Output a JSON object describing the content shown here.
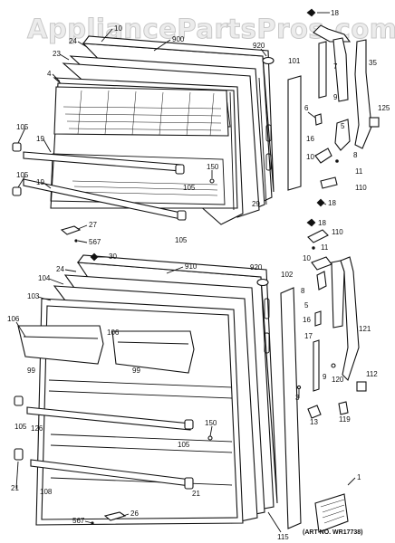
{
  "watermark": "AppliancePartsPros.com",
  "art_number": "(ART NO. WR17738)",
  "labels": {
    "p10_top": "10",
    "p24_top": "24",
    "p900": "900",
    "p920_top": "920",
    "p23": "23",
    "p4": "4",
    "p101": "101",
    "p18_a": "18",
    "p7": "7",
    "p35": "35",
    "p9_top": "9",
    "p125": "125",
    "p6": "6",
    "p5_top": "5",
    "p16_top": "16",
    "p8_top": "8",
    "p10_right": "10",
    "p11_top": "11",
    "p110_top": "110",
    "p18_b": "18",
    "p105_a": "105",
    "p19_a": "19",
    "p105_b": "105",
    "p19_b": "19",
    "p150_top": "150",
    "p105_c": "105",
    "p29": "29",
    "p27": "27",
    "p567_top": "567",
    "p105_d": "105",
    "p18_c": "18",
    "p110_mid": "110",
    "p11_mid": "11",
    "p30": "30",
    "p910": "910",
    "p920_bottom": "920",
    "p24_bottom": "24",
    "p104": "104",
    "p103": "103",
    "p106_a": "106",
    "p106_b": "106",
    "p99_a": "99",
    "p99_b": "99",
    "p102": "102",
    "p10_mid": "10",
    "p8_mid": "8",
    "p5_mid": "5",
    "p16_mid": "16",
    "p17": "17",
    "p121": "121",
    "p120": "120",
    "p112": "112",
    "p9_mid": "9",
    "p3": "3",
    "p13": "13",
    "p119": "119",
    "p105_e": "105",
    "p126": "126",
    "p150_bottom": "150",
    "p105_f": "105",
    "p21_a": "21",
    "p108": "108",
    "p21_b": "21",
    "p1": "1",
    "p567_bottom": "567",
    "p26": "26",
    "p115": "115"
  }
}
